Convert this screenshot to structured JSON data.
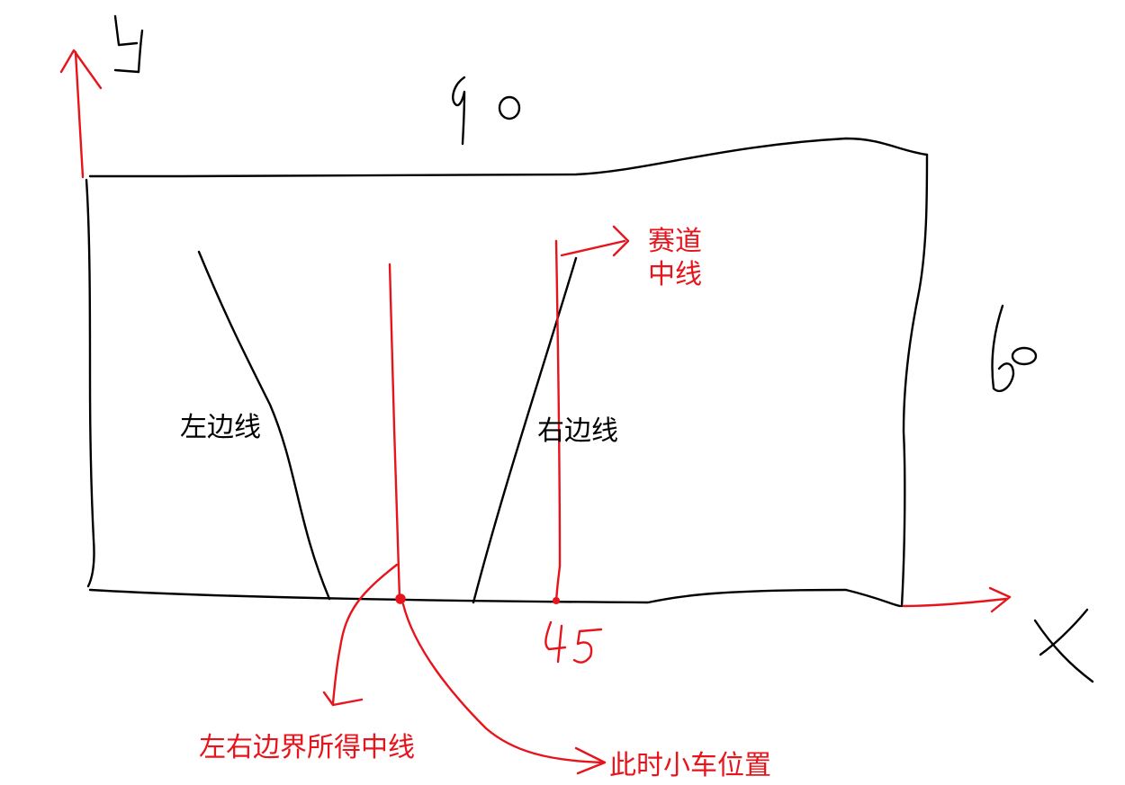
{
  "labels": {
    "left_boundary": "左边线",
    "right_boundary": "右边线",
    "track_center_line_1": "赛道",
    "track_center_line_2": "中线",
    "boundary_midline": "左右边界所得中线",
    "car_position": "此时小车位置"
  },
  "handwritten": {
    "axis_y": "y",
    "axis_x": "x",
    "top_width": "90",
    "right_height": "60",
    "bottom_mark": "45"
  },
  "colors": {
    "ink": "#000000",
    "annotation": "#e8141c",
    "background": "#ffffff"
  }
}
